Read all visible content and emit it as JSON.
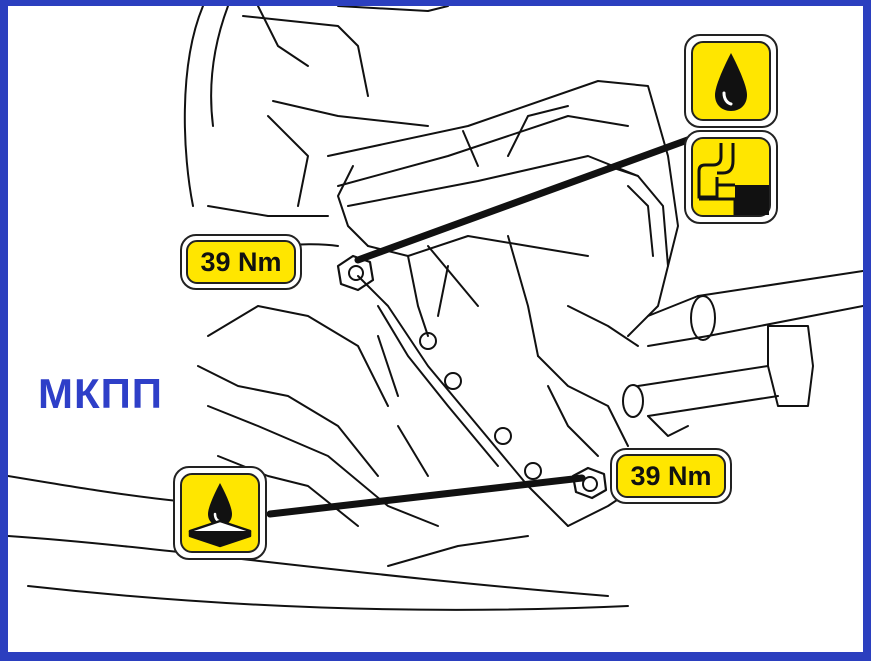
{
  "torque_top": {
    "label": "39 Nm"
  },
  "torque_bottom": {
    "label": "39 Nm"
  },
  "gearbox_label": "МКПП",
  "icons": {
    "top_first": "oil-drop-icon",
    "top_second": "oil-level-pipe-icon",
    "bottom": "oil-drain-drop-icon"
  },
  "colors": {
    "frame_border": "#2b3fbf",
    "badge_fill": "#ffe600",
    "label_text": "#2e3fc8",
    "leader_line": "#111111"
  }
}
